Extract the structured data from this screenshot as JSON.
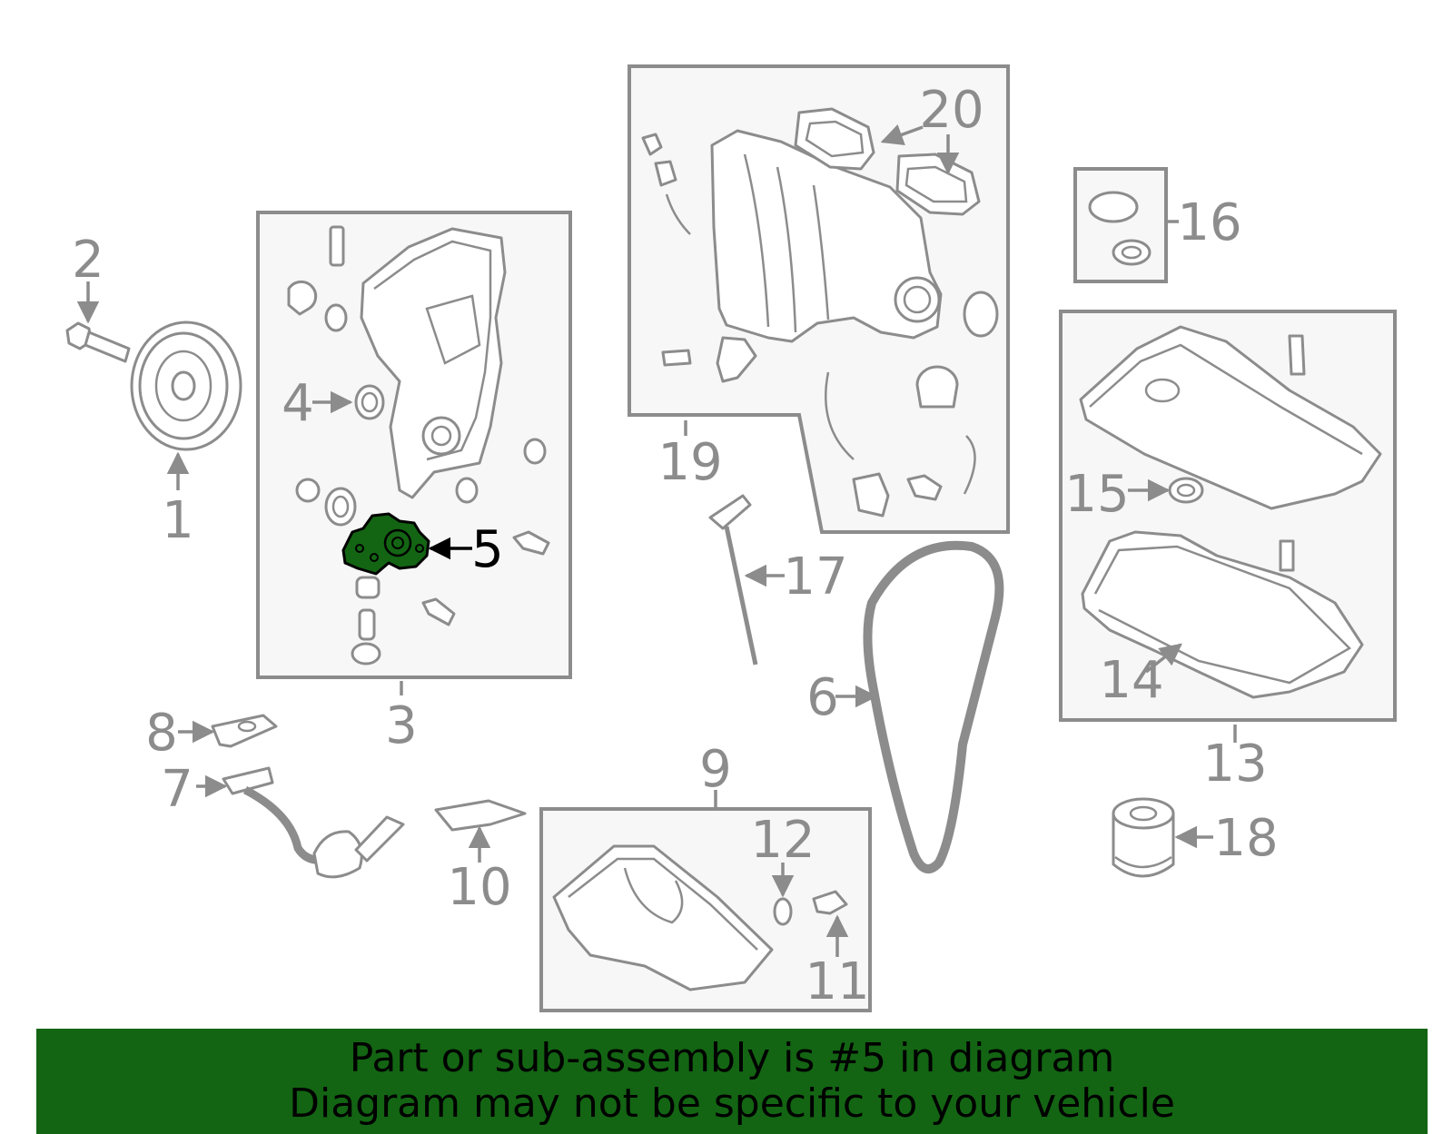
{
  "diagram": {
    "callouts": {
      "c1": "1",
      "c2": "2",
      "c3": "3",
      "c4": "4",
      "c5": "5",
      "c6": "6",
      "c7": "7",
      "c8": "8",
      "c9": "9",
      "c10": "10",
      "c11": "11",
      "c12": "12",
      "c13": "13",
      "c14": "14",
      "c15": "15",
      "c16": "16",
      "c17": "17",
      "c18": "18",
      "c19": "19",
      "c20": "20"
    },
    "highlighted_callout": "5",
    "colors": {
      "line": "#8c8c8c",
      "highlight_fill": "#136513",
      "banner_bg": "#136513",
      "text_active": "#000000"
    }
  },
  "banner": {
    "line1": "Part or sub-assembly is #5 in diagram",
    "line2": "Diagram may not be specific to your vehicle"
  }
}
